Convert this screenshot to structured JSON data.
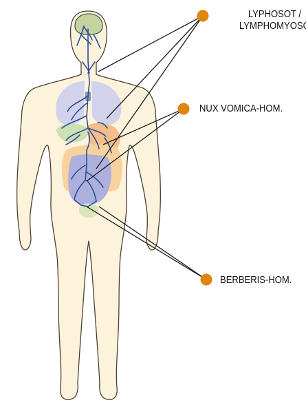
{
  "colors": {
    "body_fill": "#fdf3dc",
    "body_stroke": "#4a4032",
    "vessel": "#2b4f96",
    "marker": "#e0850f",
    "connector": "#1a1a1a",
    "brain": "#c4d3a0",
    "lungs": "#d2d2ec",
    "liver": "#cce0b3",
    "stomach": "#f3be8a",
    "colon": "#f7d29e",
    "intestine": "#adb0dd",
    "bladder": "#d9e6bc"
  },
  "labels": [
    {
      "lines": [
        "LYPHOSOT /",
        "LYMPHOMYOSOT"
      ],
      "icon": "orange-dot"
    },
    {
      "lines": [
        "NUX VOMICA-HOM."
      ],
      "icon": "orange-dot"
    },
    {
      "lines": [
        "BERBERIS-HOM."
      ],
      "icon": "orange-dot"
    }
  ]
}
